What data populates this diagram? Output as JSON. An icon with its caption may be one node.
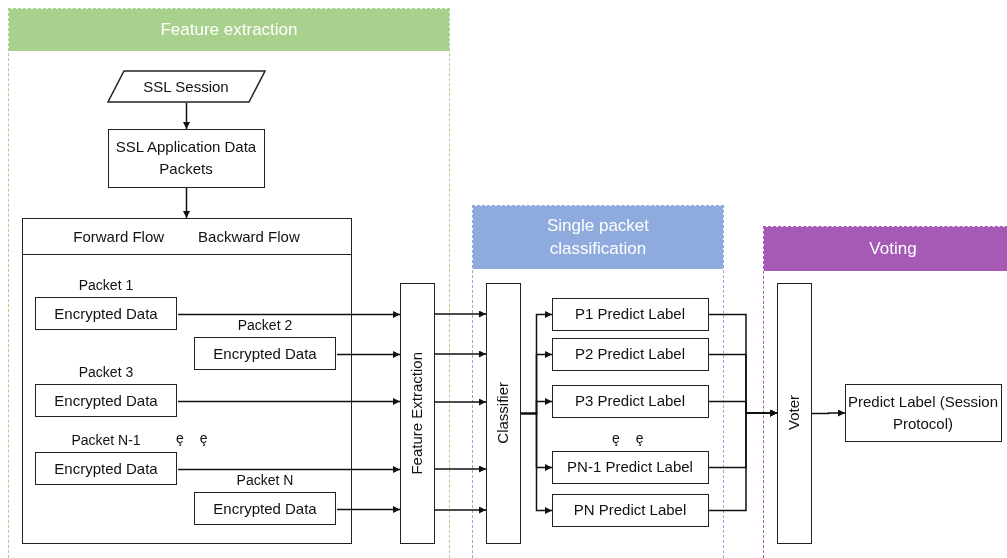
{
  "diagram": {
    "nodes": [
      {
        "text": [
          "Feature extraction"
        ]
      },
      {
        "text": [
          "SSL Session"
        ],
        "in": 0
      },
      {
        "text": [
          "SSL Application Data Packets"
        ],
        "in": 0
      },
      {
        "text": [
          "Forward Flow",
          "Backward Flow"
        ],
        "in": 0
      },
      {
        "text": [
          "Encrypted Data"
        ],
        "in": 3,
        "beside": [
          "Packet 1"
        ]
      },
      {
        "text": [
          "Encrypted Data"
        ],
        "in": 3,
        "beside": [
          "Packet 2"
        ]
      },
      {
        "text": [
          "Encrypted Data"
        ],
        "in": 3,
        "beside": [
          "Packet 3"
        ]
      },
      {
        "text": [
          "Encrypted Data"
        ],
        "in": 3,
        "beside": [
          "Packet N-1"
        ]
      },
      {
        "text": [
          "Encrypted Data"
        ],
        "in": 3,
        "beside": [
          "Packet N"
        ]
      },
      {
        "text": [
          "Feature Extraction"
        ],
        "in": 0
      },
      {
        "text": [
          "Single packet classification"
        ]
      },
      {
        "text": [
          "Classifier"
        ],
        "in": 10
      },
      {
        "text": [
          "P1 Predict Label"
        ],
        "in": 10
      },
      {
        "text": [
          "P2 Predict Label"
        ],
        "in": 10
      },
      {
        "text": [
          "P3 Predict Label"
        ],
        "in": 10
      },
      {
        "text": [
          "PN-1 Predict Label"
        ],
        "in": 10
      },
      {
        "text": [
          "PN Predict Label"
        ],
        "in": 10
      },
      {
        "text": [
          "Voting"
        ]
      },
      {
        "text": [
          "Voter"
        ],
        "in": 17
      },
      {
        "text": [
          "Predict Label (Session Protocol)"
        ],
        "in": 17
      }
    ],
    "edges": [
      {
        "from": 1,
        "to": 2,
        "arrow": "to"
      },
      {
        "from": 2,
        "to": 3,
        "arrow": "to"
      },
      {
        "from": 4,
        "to": 9,
        "arrow": "to"
      },
      {
        "from": 5,
        "to": 9,
        "arrow": "to"
      },
      {
        "from": 6,
        "to": 9,
        "arrow": "to"
      },
      {
        "from": 7,
        "to": 9,
        "arrow": "to"
      },
      {
        "from": 8,
        "to": 9,
        "arrow": "to"
      },
      {
        "from": 9,
        "to": 11,
        "arrow": "to"
      },
      {
        "from": 9,
        "to": 11,
        "arrow": "to"
      },
      {
        "from": 9,
        "to": 11,
        "arrow": "to"
      },
      {
        "from": 9,
        "to": 11,
        "arrow": "to"
      },
      {
        "from": 9,
        "to": 11,
        "arrow": "to"
      },
      {
        "from": 11,
        "to": 12,
        "arrow": "to"
      },
      {
        "from": 11,
        "to": 13,
        "arrow": "to"
      },
      {
        "from": 11,
        "to": 14,
        "arrow": "to"
      },
      {
        "from": 11,
        "to": 15,
        "arrow": "to"
      },
      {
        "from": 11,
        "to": 16,
        "arrow": "to"
      },
      {
        "from": 12,
        "to": 18,
        "arrow": "to"
      },
      {
        "from": 13,
        "to": 18,
        "arrow": "to"
      },
      {
        "from": 14,
        "to": 18,
        "arrow": "to"
      },
      {
        "from": 15,
        "to": 18,
        "arrow": "to"
      },
      {
        "from": 16,
        "to": 18,
        "arrow": "to"
      },
      {
        "from": 18,
        "to": 19,
        "arrow": "to"
      }
    ],
    "labels": [
      "ȩ ȩ",
      "ȩ ȩ"
    ]
  }
}
